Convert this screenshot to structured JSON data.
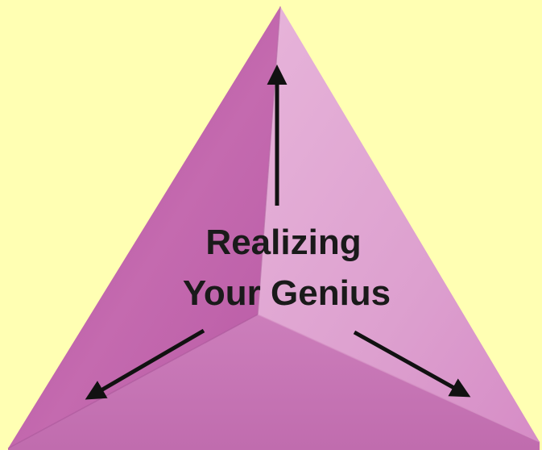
{
  "diagram": {
    "title_line1": "Realizing",
    "title_line2": "Your Genius",
    "colors": {
      "background": "#FFFFB3",
      "face_left": "#C46AAF",
      "face_right": "#DDA0CF",
      "face_bottom": "#C978B8",
      "arrow": "#111111"
    },
    "arrows": [
      "up",
      "down-left",
      "down-right"
    ]
  }
}
